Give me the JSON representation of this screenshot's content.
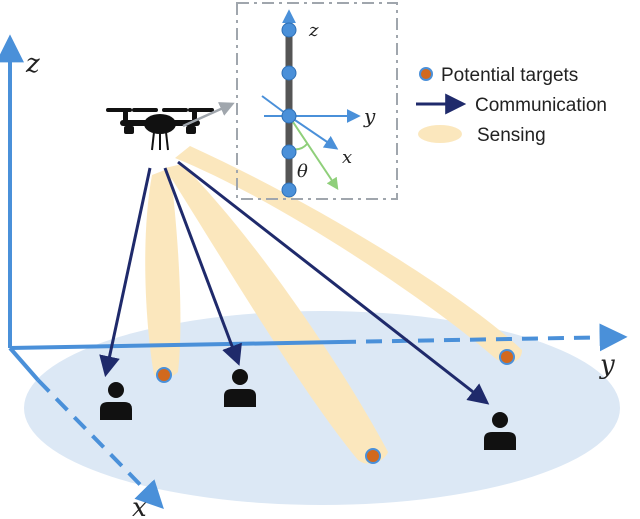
{
  "axes": {
    "z": "z",
    "y": "y",
    "x": "x"
  },
  "inset": {
    "z": "z",
    "y": "y",
    "x": "x",
    "theta": "θ"
  },
  "legend": {
    "targets": "Potential targets",
    "communication": "Communication",
    "sensing": "Sensing"
  },
  "colors": {
    "axis": "#4a90d9",
    "ground": "#dce8f5",
    "beam": "#fbe7bd",
    "arrow": "#1f2a6b",
    "target_fill": "#d2691e",
    "target_stroke": "#4a90d9",
    "antenna_dot": "#4a90d9",
    "pole": "#555555",
    "inset_border": "#a0a6ad",
    "angle_arrow": "#8fcf7a"
  },
  "icons": {
    "uav": "drone-icon",
    "user": "user-icon"
  }
}
